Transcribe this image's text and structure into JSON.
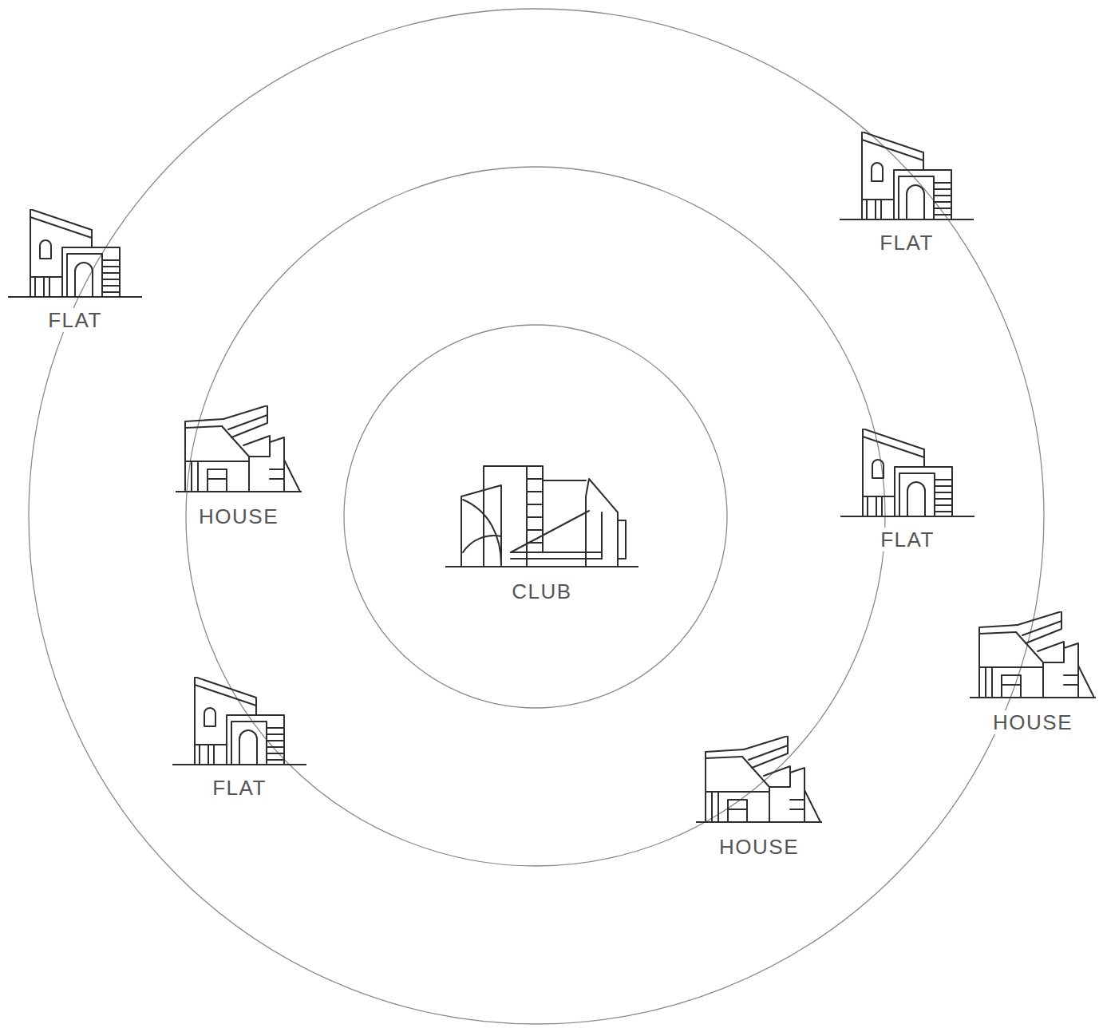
{
  "diagram": {
    "nodes": [
      {
        "text": [
          "FLAT"
        ]
      },
      {
        "text": [
          "FLAT"
        ]
      },
      {
        "text": [
          "HOUSE"
        ]
      },
      {
        "text": [
          "FLAT"
        ]
      },
      {
        "text": [
          "CLUB"
        ]
      },
      {
        "text": [
          "HOUSE"
        ]
      },
      {
        "text": [
          "FLAT"
        ]
      },
      {
        "text": [
          "HOUSE"
        ]
      }
    ]
  }
}
